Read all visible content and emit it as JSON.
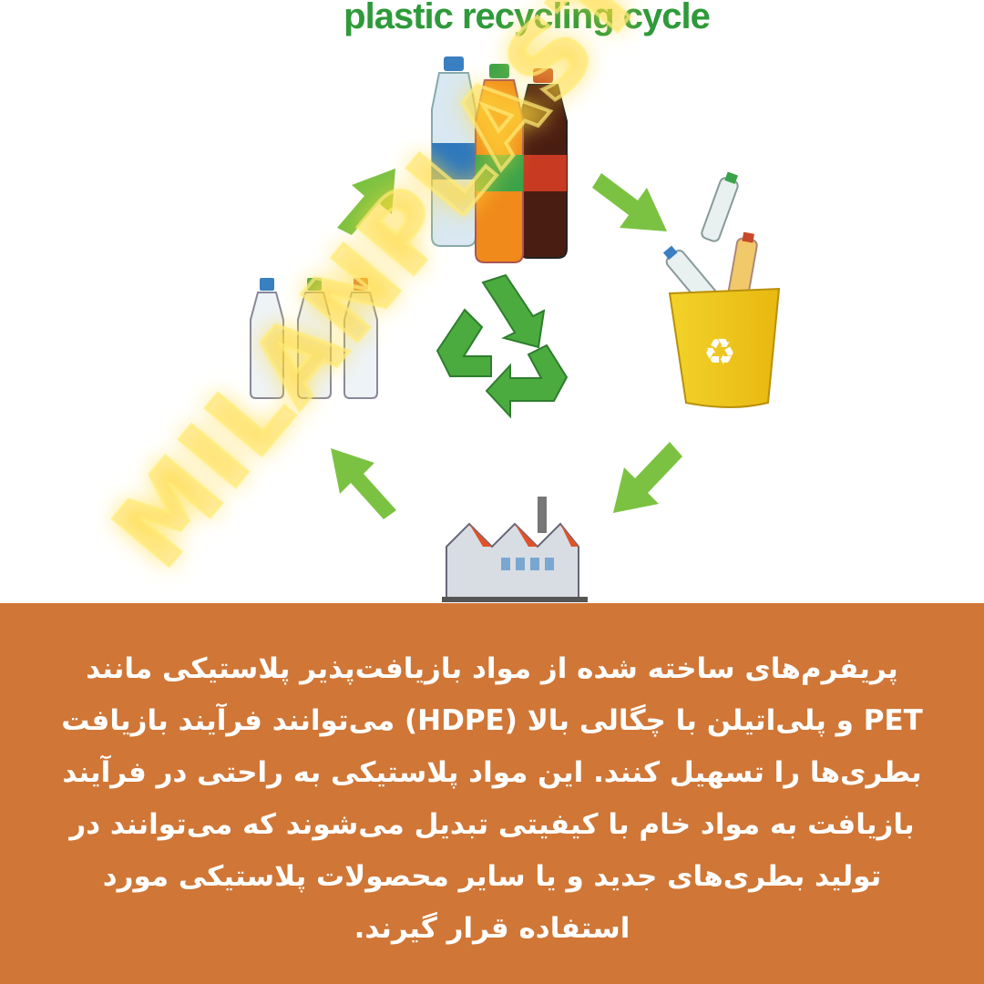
{
  "illustration": {
    "title": "plastic recycling cycle",
    "icons": [
      "bottles-icon",
      "arrow-icon",
      "trash-bin-icon",
      "factory-icon",
      "recycle-icon",
      "new-bottles-icon"
    ]
  },
  "caption": {
    "lines": [
      "پریفرم‌های ساخته شده از مواد بازیافت‌پذیر پلاستیکی مانند",
      "PET و پلی‌اتیلن با چگالی بالا (HDPE) می‌توانند فرآیند بازیافت",
      "بطری‌ها را تسهیل کنند. این مواد پلاستیکی به راحتی در فرآیند",
      "بازیافت به مواد خام با کیفیتی تبدیل می‌شوند که می‌توانند در",
      "تولید بطری‌های جدید و یا سایر محصولات پلاستیکی مورد",
      "استفاده قرار گیرند."
    ]
  },
  "watermark": "MILANPLASTCO",
  "colors": {
    "panel": "#d07636",
    "title": "#2e9a3a",
    "arrow": "#7cc242",
    "text": "#ffffff",
    "watermark": "#ffd73c"
  }
}
